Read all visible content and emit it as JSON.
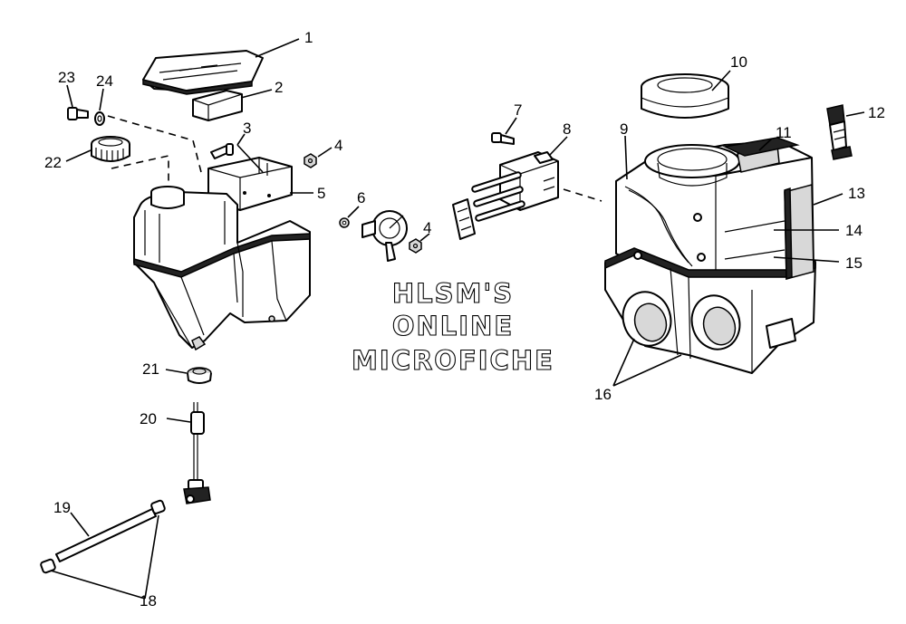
{
  "watermark": {
    "line1": "HLSM'S",
    "line2": "ONLINE",
    "line3": "MICROFICHE"
  },
  "callouts": [
    "1",
    "2",
    "3",
    "4",
    "5",
    "6",
    "7",
    "8",
    "9",
    "10",
    "11",
    "12",
    "13",
    "14",
    "15",
    "16",
    "18",
    "19",
    "20",
    "21",
    "22",
    "23",
    "24"
  ]
}
